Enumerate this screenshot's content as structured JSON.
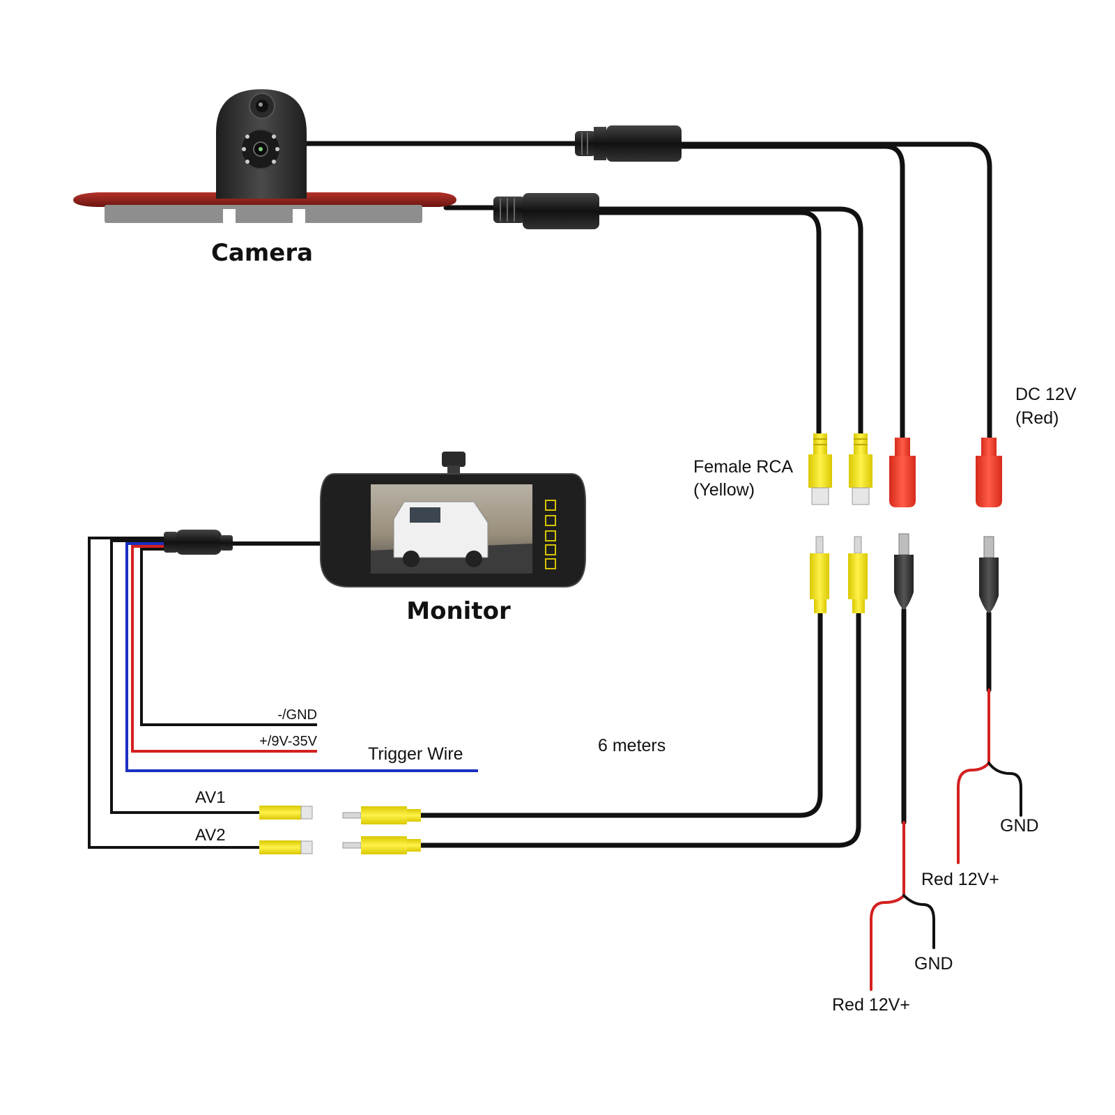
{
  "labels": {
    "camera": "Camera",
    "monitor": "Monitor",
    "dc12v_line1": "DC 12V",
    "dc12v_line2": "(Red)",
    "female_rca_line1": "Female RCA",
    "female_rca_line2": "(Yellow)",
    "gnd_wire": "-/GND",
    "power_wire": "+/9V-35V",
    "trigger_wire": "Trigger Wire",
    "av1": "AV1",
    "av2": "AV2",
    "cable_length": "6 meters",
    "gnd_right": "GND",
    "red12v_right": "Red 12V+",
    "gnd_bottom": "GND",
    "red12v_bottom": "Red 12V+"
  },
  "colors": {
    "wire_black": "#111111",
    "wire_red": "#d42020",
    "wire_blue": "#1a2fc0",
    "rca_yellow": "#f2e21a",
    "connector_red": "#ee3b2b",
    "camera_housing": "#2b2b2b",
    "brake_light": "#8c1f1a"
  },
  "icons": {
    "camera": "rear-view-brake-light-camera",
    "monitor": "rear-view-mirror-monitor",
    "video_connector": "4-pin-aviation-connector",
    "rca_female": "rca-female-plug",
    "rca_male": "rca-male-plug",
    "dc_female": "dc-power-jack",
    "dc_male": "dc-power-plug"
  }
}
